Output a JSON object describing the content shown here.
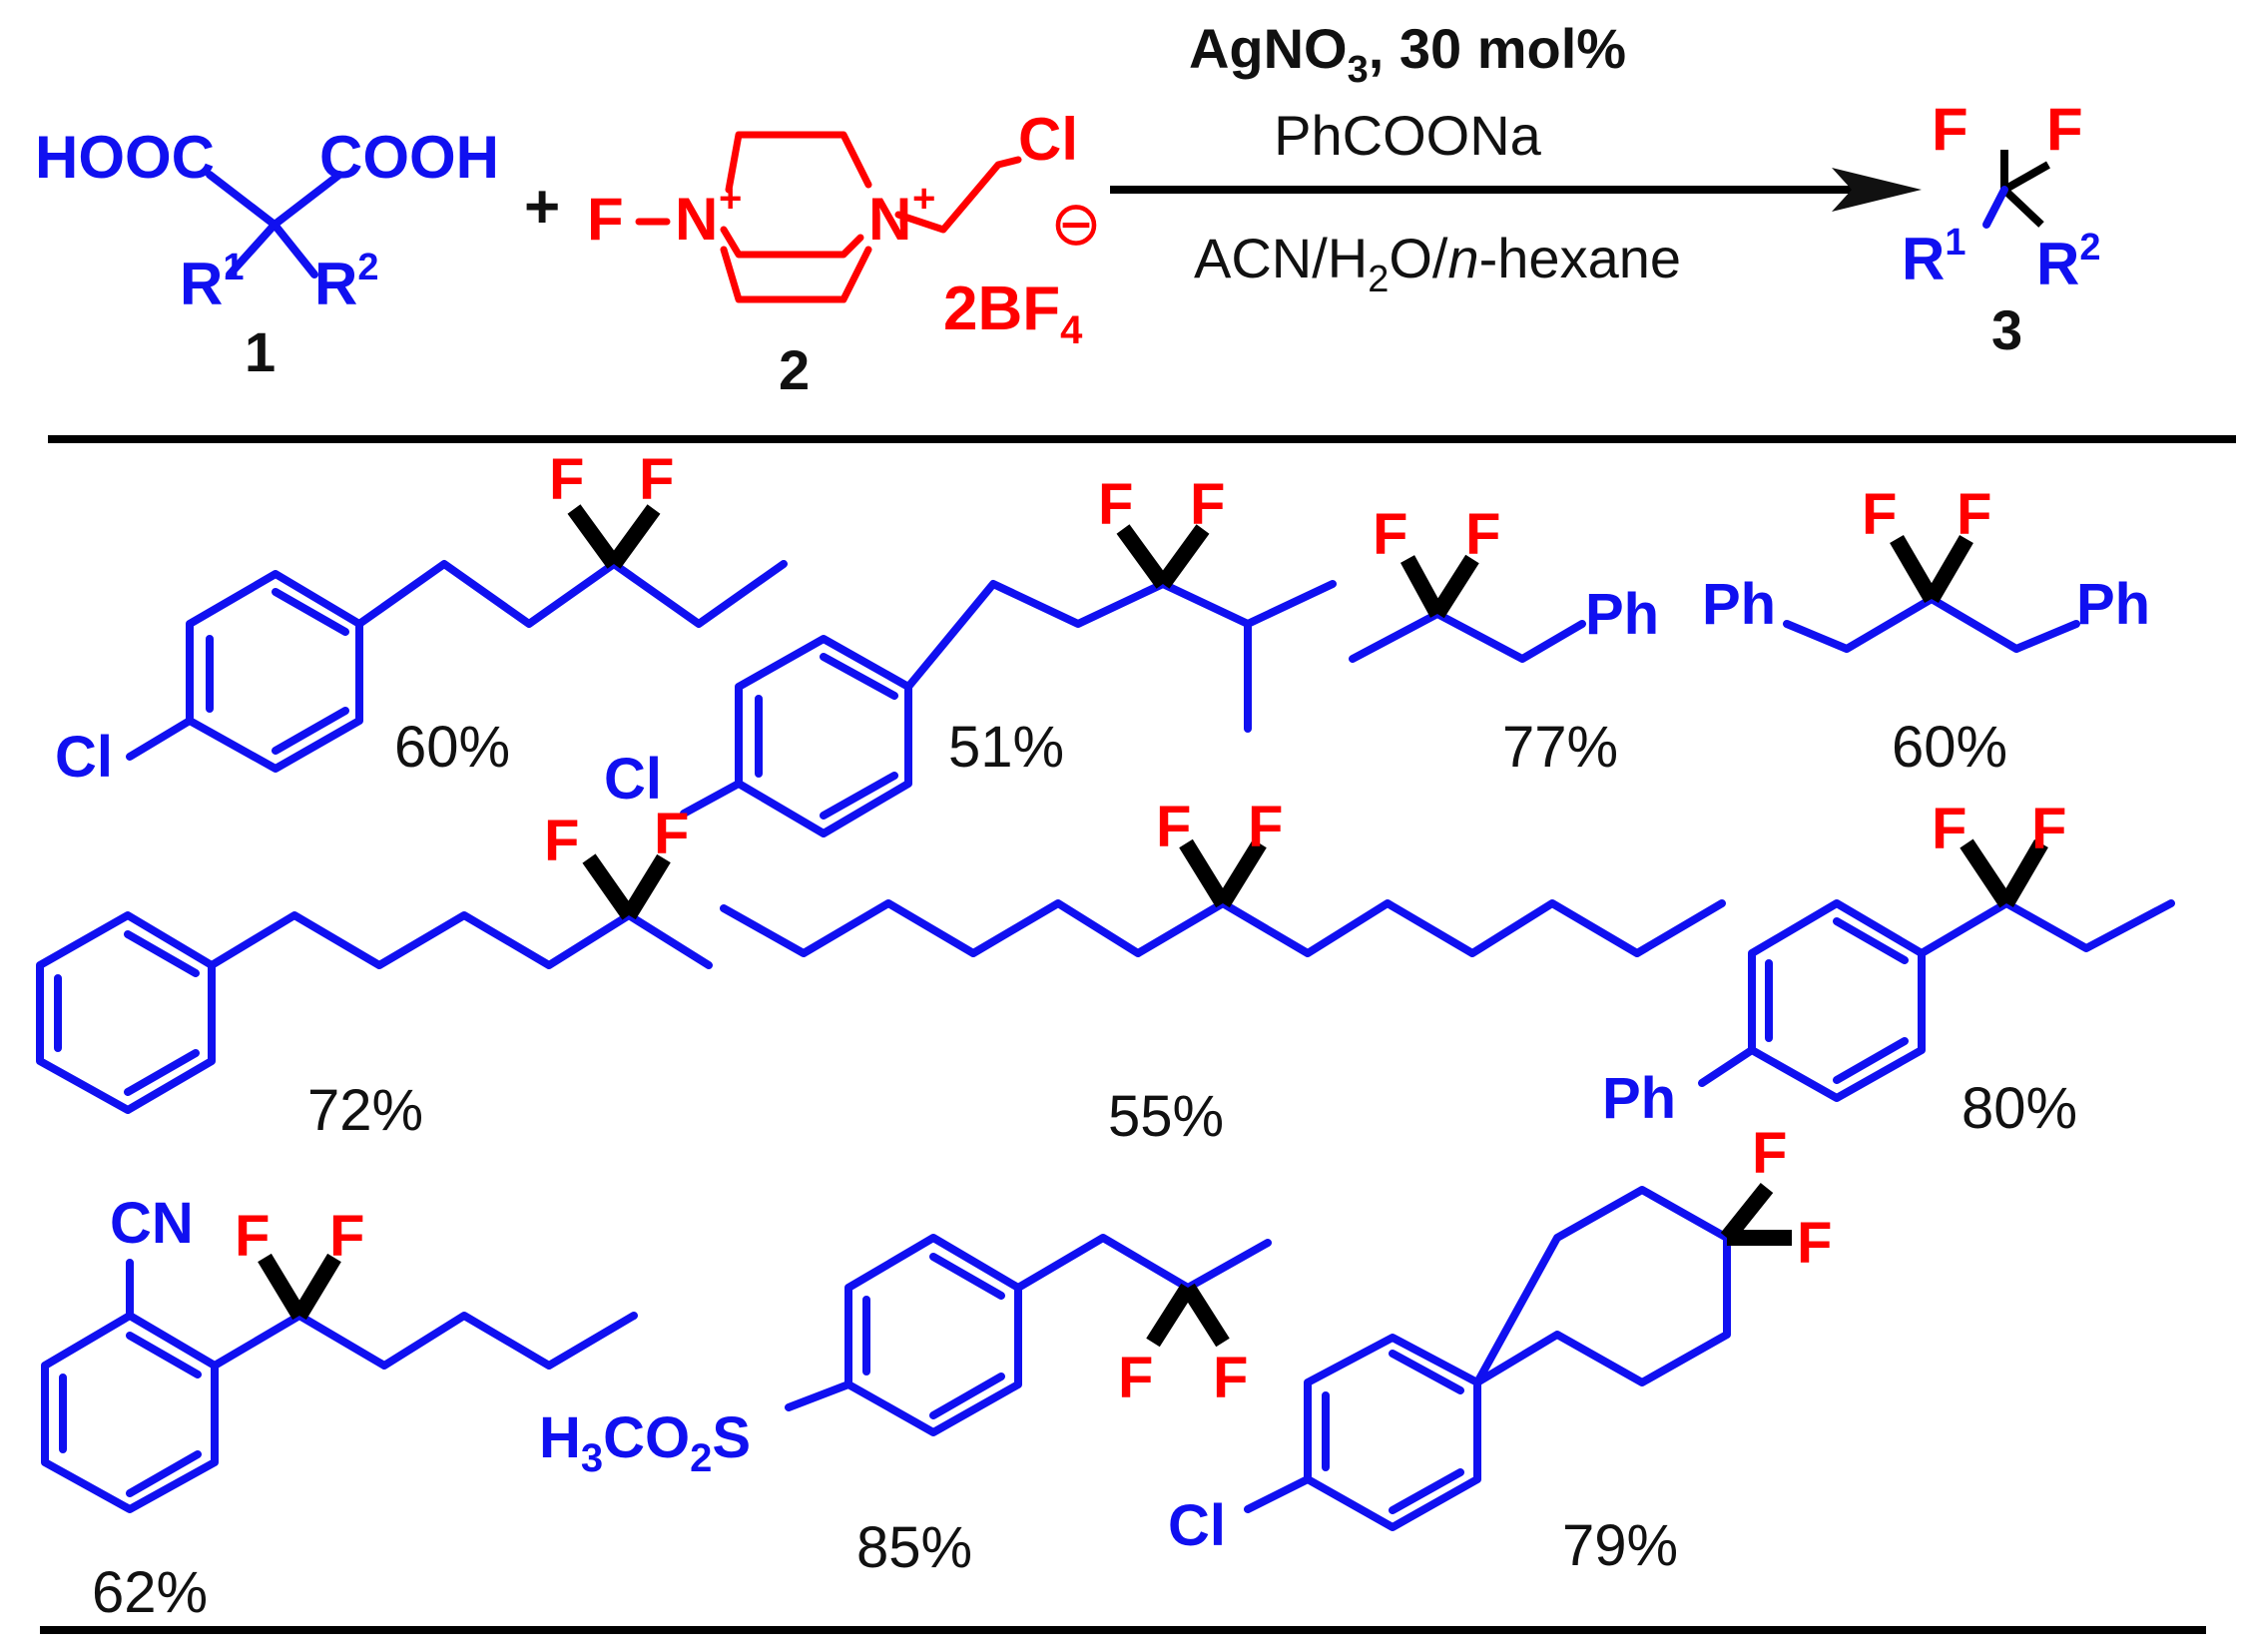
{
  "reaction": {
    "conditions": {
      "line1": {
        "a": "AgNO",
        "sub": "3",
        "b": ", 30 mol%"
      },
      "line2": "PhCOONa",
      "line3": {
        "a": "ACN/H",
        "sub": "2",
        "b": "O/",
        "italic": "n",
        "c": "-hexane"
      }
    },
    "plus": "+",
    "reactant1": {
      "label": "1",
      "left_group": "HOOC",
      "right_group": "COOH",
      "r1": "R",
      "r1_sup": "1",
      "r2": "R",
      "r2_sup": "2"
    },
    "reactant2": {
      "label": "2",
      "fluorine": "F",
      "nitrogen": "N",
      "charge": "+",
      "chlorine": "Cl",
      "anion": "⊖",
      "counterion": {
        "a": "2BF",
        "sub": "4"
      }
    },
    "product": {
      "label": "3",
      "fluorine": "F",
      "r1": "R",
      "r1_sup": "1",
      "r2": "R",
      "r2_sup": "2"
    }
  },
  "compounds": [
    {
      "yield": "60%",
      "labels": {
        "halogen": "Cl",
        "f": "F"
      }
    },
    {
      "yield": "51%",
      "labels": {
        "halogen": "Cl",
        "f": "F"
      }
    },
    {
      "yield": "77%",
      "labels": {
        "phenyl": "Ph",
        "f": "F"
      }
    },
    {
      "yield": "60%",
      "labels": {
        "phenyl": "Ph",
        "f": "F"
      }
    },
    {
      "yield": "72%",
      "labels": {
        "f": "F"
      }
    },
    {
      "yield": "55%",
      "labels": {
        "f": "F"
      }
    },
    {
      "yield": "80%",
      "labels": {
        "phenyl": "Ph",
        "f": "F"
      }
    },
    {
      "yield": "62%",
      "labels": {
        "nitrile": "CN",
        "f": "F"
      }
    },
    {
      "yield": "85%",
      "labels": {
        "f": "F",
        "sulfonyl": {
          "a": "H",
          "s1": "3",
          "b": "CO",
          "s2": "2",
          "c": "S"
        }
      }
    },
    {
      "yield": "79%",
      "labels": {
        "halogen": "Cl",
        "f": "F"
      }
    }
  ],
  "colors": {
    "substrate": "#1010F0",
    "fluorine": "#FF0000",
    "text": "#111111"
  }
}
